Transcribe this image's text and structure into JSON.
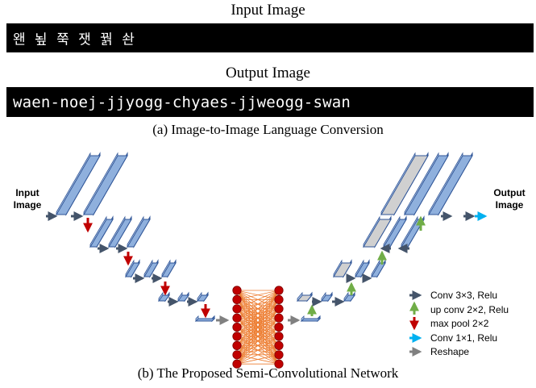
{
  "input_title": "Input Image",
  "input_text": "왠 뇦 쭉 잿 꿝 솬",
  "output_title": "Output Image",
  "output_text": "waen-noej-jjyogg-chyaes-jjweogg-swan",
  "caption_a": "(a) Image-to-Image Language Conversion",
  "caption_b": "(b) The Proposed Semi-Convolutional Network",
  "diagram": {
    "input_label_line1": "Input",
    "input_label_line2": "Image",
    "output_label_line1": "Output",
    "output_label_line2": "Image",
    "legend": [
      {
        "label": "Conv 3×3, Relu",
        "color": "#44546a",
        "icon": "arrow-right-icon"
      },
      {
        "label": "up conv 2×2, Relu",
        "color": "#70ad47",
        "icon": "arrow-up-icon"
      },
      {
        "label": "max pool 2×2",
        "color": "#c00000",
        "icon": "arrow-down-icon"
      },
      {
        "label": "Conv 1×1, Relu",
        "color": "#00b0f0",
        "icon": "arrow-right-icon"
      },
      {
        "label": "Reshape",
        "color": "#808080",
        "icon": "arrow-right-icon"
      }
    ],
    "colors": {
      "block_fill": "#8fb0dd",
      "block_side": "#6d8fc2",
      "block_edge": "#2f5597",
      "copy_fill": "#d0d0d0",
      "neuron": "#c00000",
      "connection": "#ed7d31"
    }
  }
}
